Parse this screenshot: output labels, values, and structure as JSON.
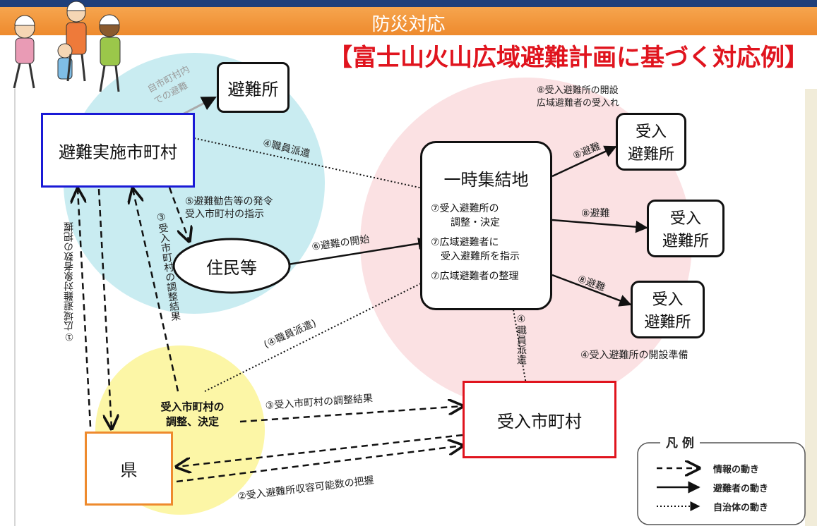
{
  "header": {
    "title": "防災対応",
    "subtitle": "【富士山火山広域避難計画に基づく対応例】"
  },
  "nodes": {
    "shelter_top": "避難所",
    "municipality": "避難実施市町村",
    "residents": "住民等",
    "gathering_title": "一時集結地",
    "gathering_item1": "⑦受入避難所の\n　　調整・決定",
    "gathering_item2": "⑦広域避難者に\n　受入避難所を指示",
    "gathering_item3": "⑦広域避難者の整理",
    "receiving_shelter_1": "受入\n避難所",
    "receiving_shelter_2": "受入\n避難所",
    "receiving_shelter_3": "受入\n避難所",
    "receiving_municipality": "受入市町村",
    "prefecture": "県",
    "adjust_decide": "受入市町村の\n調整、決定"
  },
  "labels": {
    "own_evac": "自市町村内\nでの避難",
    "staff_dispatch": "④職員派遣",
    "evac_order": "⑤避難勧告等の発令\n受入市町村の指示",
    "adjust_result_vertical": "③受入市町村の調整結果",
    "grasp_count": "①広域避難対象者数の把握",
    "evac_start": "⑥避難の開始",
    "staff_dispatch_paren": "(④職員派遣)",
    "adjust_result": "③受入市町村の調整結果",
    "capacity": "②受入避難所収容可能数の把握",
    "staff_dispatch_vertical": "④職員派遣",
    "open_prep": "④受入避難所の開設準備",
    "open_accept": "⑧受入避難所の開設\n広域避難者の受入れ",
    "evac8_a": "⑧避難",
    "evac8_b": "⑧避難",
    "evac8_c": "⑧避難"
  },
  "legend": {
    "title": "凡 例",
    "info": "情報の動き",
    "evacuee": "避難者の動き",
    "gov": "自治体の動き"
  },
  "colors": {
    "orange": "#ee8a2d",
    "red": "#e0141e",
    "blue": "#1a1ad6",
    "circle_cyan": "#c9ecf1",
    "circle_pink": "#fbe1e3",
    "circle_yellow": "#fcf6a6"
  }
}
